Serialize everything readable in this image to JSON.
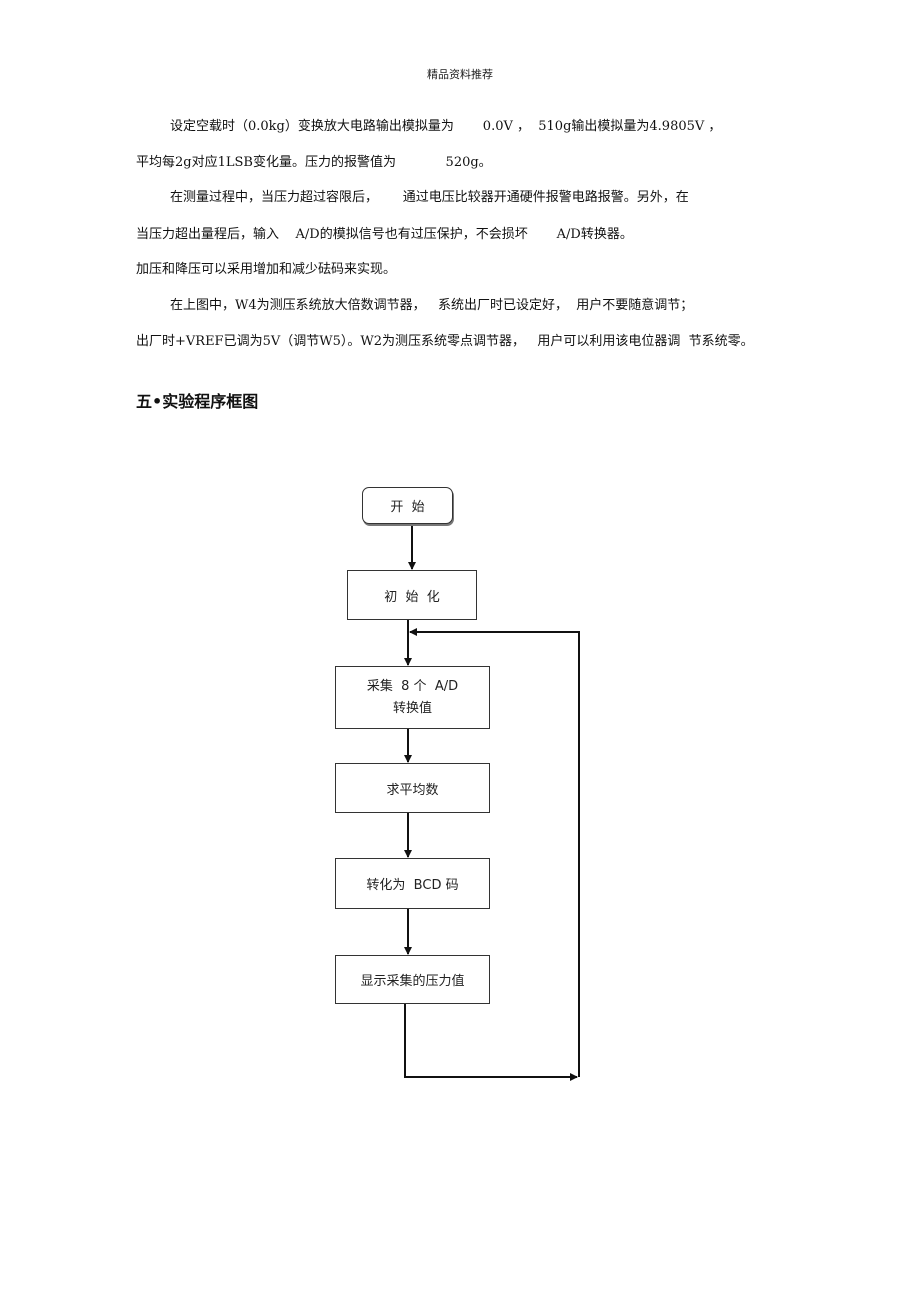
{
  "header": {
    "text": "精品资料推荐"
  },
  "paragraphs": [
    "设定空载时（0.0kg）变换放大电路输出模拟量为       0.0V ，  510g输出模拟量为4.9805V ，",
    "平均每2g对应1LSB变化量。压力的报警值为            520g。",
    "在测量过程中，当压力超过容限后，      通过电压比较器开通硬件报警电路报警。另外，在",
    "当压力超出量程后，输入    A/D的模拟信号也有过压保护，不会损坏       A/D转换器。",
    "加压和降压可以采用增加和减少砝码来实现。",
    "在上图中，W4为测压系统放大倍数调节器，   系统出厂时已设定好，  用户不要随意调节；",
    "出厂时+VREF已调为5V（调节W5）。W2为测压系统零点调节器，   用户可以利用该电位器调  节系统零。"
  ],
  "section_heading": "五•实验程序框图",
  "flowchart": {
    "start": "开  始",
    "init": "初  始  化",
    "sample_line1": "采集  8 个  A/D",
    "sample_line2": "转换值",
    "average": "求平均数",
    "convert": "转化为  BCD 码",
    "display": "显示采集的压力值"
  }
}
